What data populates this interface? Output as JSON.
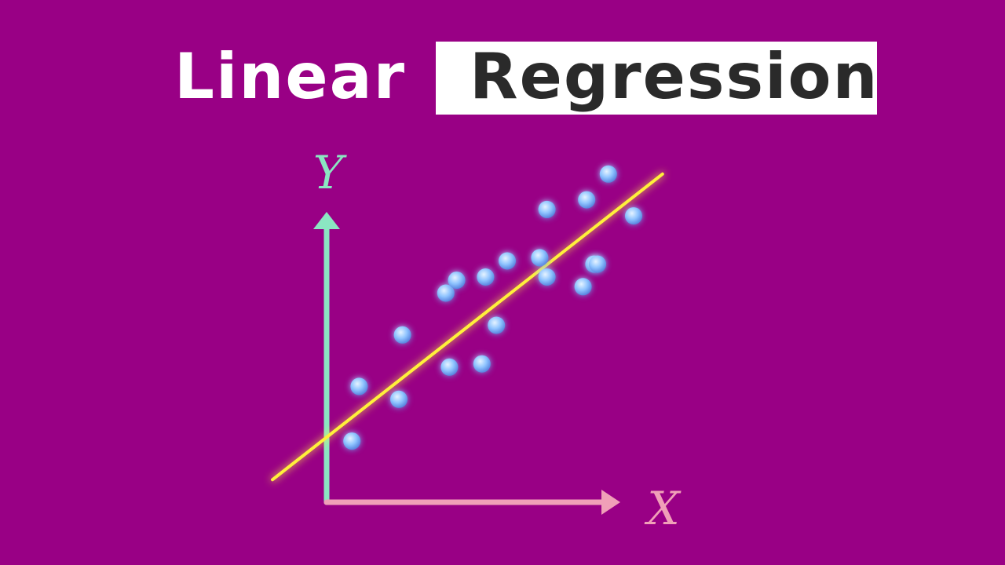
{
  "header": {
    "word1": "Linear",
    "word2": "Regression"
  },
  "chart_data": {
    "type": "scatter",
    "xlabel": "X",
    "ylabel": "Y",
    "xlim": [
      0,
      10
    ],
    "ylim": [
      0,
      10
    ],
    "points": [
      {
        "x": 0.7,
        "y": 1.9
      },
      {
        "x": 0.9,
        "y": 3.6
      },
      {
        "x": 2.0,
        "y": 3.2
      },
      {
        "x": 2.1,
        "y": 5.2
      },
      {
        "x": 3.4,
        "y": 4.2
      },
      {
        "x": 3.3,
        "y": 6.5
      },
      {
        "x": 3.6,
        "y": 6.9
      },
      {
        "x": 4.3,
        "y": 4.3
      },
      {
        "x": 4.4,
        "y": 7.0
      },
      {
        "x": 4.7,
        "y": 5.5
      },
      {
        "x": 5.0,
        "y": 7.5
      },
      {
        "x": 5.9,
        "y": 7.6
      },
      {
        "x": 6.1,
        "y": 7.0
      },
      {
        "x": 6.1,
        "y": 9.1
      },
      {
        "x": 7.1,
        "y": 6.7
      },
      {
        "x": 7.2,
        "y": 9.4
      },
      {
        "x": 7.4,
        "y": 7.4
      },
      {
        "x": 7.5,
        "y": 7.4
      },
      {
        "x": 7.8,
        "y": 10.2
      },
      {
        "x": 8.5,
        "y": 8.9
      }
    ],
    "fit_line": {
      "x": [
        -1.5,
        9.3
      ],
      "y": [
        0.7,
        10.2
      ]
    },
    "grid": false,
    "legend": "none",
    "colors": {
      "background": "#990085",
      "points": "#8fc4ff",
      "fit_line": "#fff03a",
      "y_axis": "#8be6c2",
      "x_axis": "#f0a0b8"
    }
  }
}
